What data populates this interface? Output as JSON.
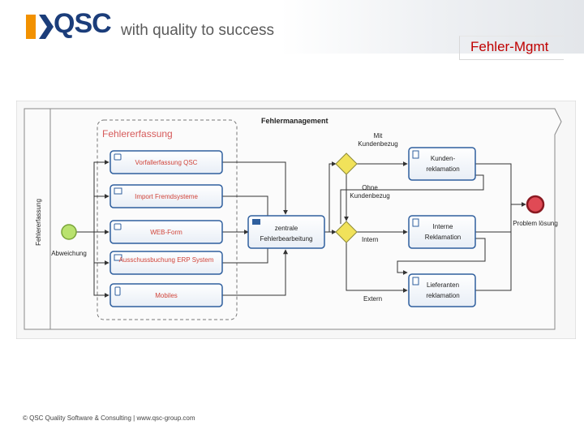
{
  "header": {
    "brand": "QSC",
    "tagline": "with quality to success",
    "slide_title": "Fehler-Mgmt"
  },
  "diagram": {
    "lane_label": "Fehlererfassung",
    "pool_title": "Fehlermanagement",
    "group_title": "Fehlererfassung",
    "start_event_label": "Abweichung",
    "end_event_label": "Problem lösung",
    "capture_tasks": [
      {
        "label": "Vorfallerfassung QSC",
        "icon": "user-task-icon"
      },
      {
        "label": "Import Fremdsysteme",
        "icon": "script-task-icon"
      },
      {
        "label": "WEB-Form",
        "icon": "user-task-icon"
      },
      {
        "label": "Ausschussbuchung ERP System",
        "icon": "script-task-icon"
      },
      {
        "label": "Mobiles",
        "icon": "mobile-device-icon"
      }
    ],
    "central_task": {
      "line1": "zentrale",
      "line2": "Fehlerbearbeitung",
      "icon": "message-envelope-icon"
    },
    "gateway_labels": {
      "with_customer": [
        "Mit",
        "Kundenbezug"
      ],
      "without_customer": [
        "Ohne",
        "Kundenbezug"
      ],
      "internal": "Intern",
      "external": "Extern"
    },
    "complaint_tasks": [
      {
        "line1": "Kunden-",
        "line2": "reklamation",
        "icon": "document-task-icon"
      },
      {
        "line1": "Interne",
        "line2": "Reklamation",
        "icon": "document-task-icon"
      },
      {
        "line1": "Lieferanten",
        "line2": "reklamation",
        "icon": "document-task-icon"
      }
    ]
  },
  "footer": {
    "text": "© QSC Quality Software & Consulting | www.qsc-group.com"
  },
  "colors": {
    "brand_blue": "#1b3d7a",
    "brand_orange": "#f29100",
    "title_red": "#c00000",
    "task_blue": "#2f5f9e",
    "gateway_yellow": "#f1e25a",
    "start_green": "#b9e26f",
    "end_red": "#e04a55"
  }
}
